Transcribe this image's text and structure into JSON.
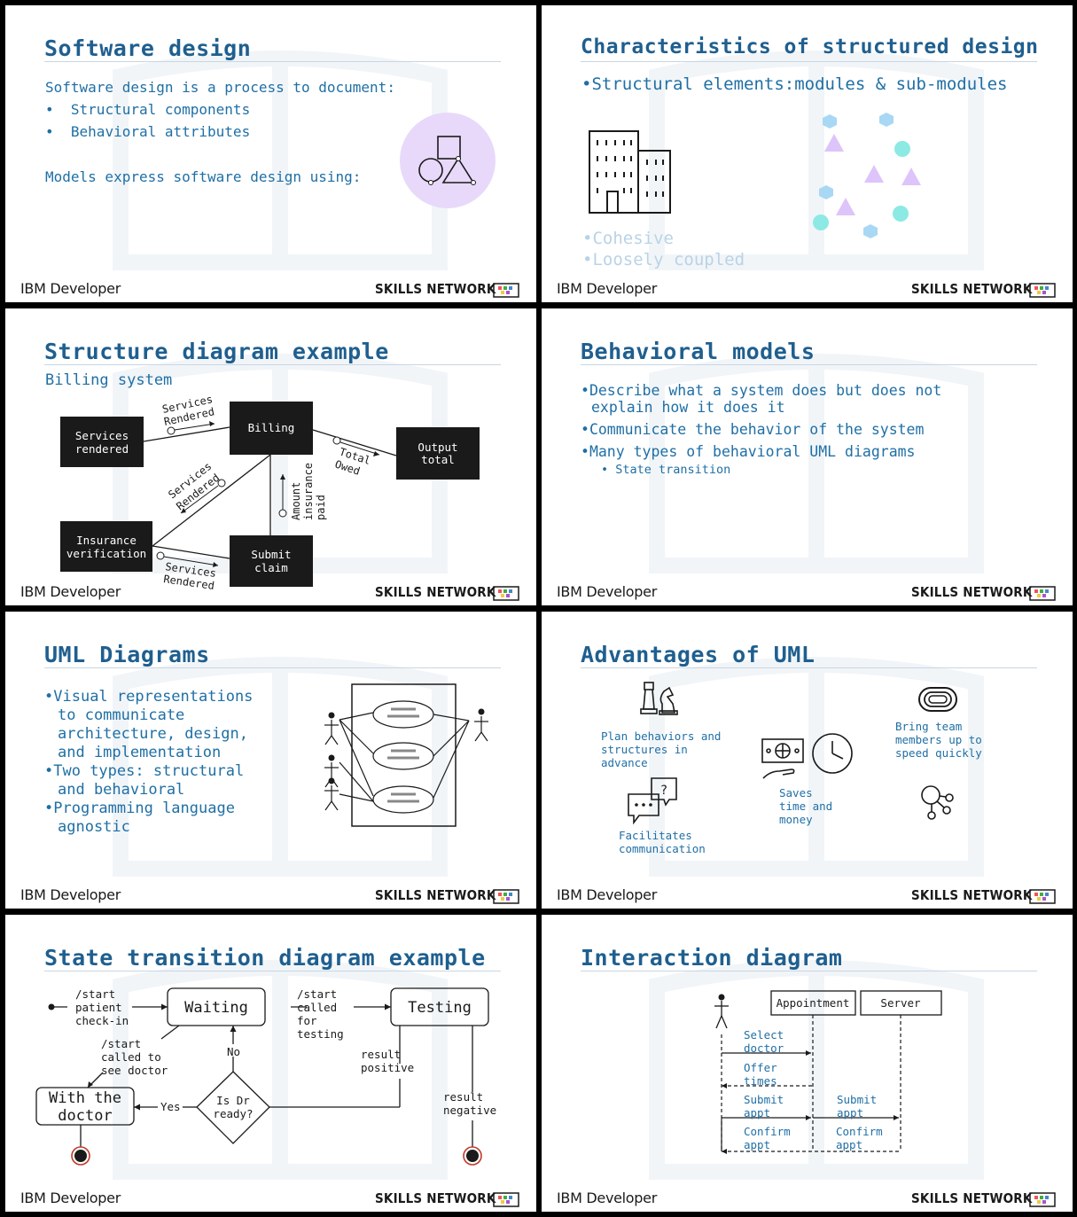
{
  "footer": {
    "left": "IBM Developer",
    "right": "SKILLS NETWORK"
  },
  "slide1": {
    "title": "Software design",
    "intro": "Software design is a process to document:",
    "bullets": [
      "Structural components",
      "Behavioral attributes"
    ],
    "models": "Models express software design using:"
  },
  "slide2": {
    "title": "Characteristics of structured design",
    "bullet": "Structural elements:modules & sub-modules",
    "faded": [
      "Cohesive",
      "Loosely coupled"
    ]
  },
  "slide3": {
    "title": "Structure diagram example",
    "subtitle": "Billing system",
    "boxes": {
      "services_rendered": [
        "Services",
        "rendered"
      ],
      "billing": "Billing",
      "output_total": [
        "Output",
        "total"
      ],
      "insurance": [
        "Insurance",
        "verification"
      ],
      "submit_claim": [
        "Submit",
        "claim"
      ]
    },
    "labels": {
      "services_rendered_top": [
        "Services",
        "Rendered"
      ],
      "total_owed": [
        "Total",
        "Owed"
      ],
      "services_rendered_mid": [
        "Services",
        "Rendered"
      ],
      "amount_paid": [
        "Amount",
        "insurance",
        "paid"
      ],
      "services_rendered_bottom": [
        "Services",
        "Rendered"
      ]
    }
  },
  "slide4": {
    "title": "Behavioral models",
    "bullets": [
      [
        "Describe what a system does but does not",
        "explain how it does it"
      ],
      [
        "Communicate the behavior of the system"
      ],
      [
        "Many types of behavioral UML diagrams"
      ]
    ],
    "sub_bullet": "State transition"
  },
  "slide5": {
    "title": "UML Diagrams",
    "bullets": [
      [
        "Visual representations",
        "to communicate",
        "architecture, design,",
        "and implementation"
      ],
      [
        "Two types: structural",
        "and behavioral"
      ],
      [
        "Programming language",
        "agnostic"
      ]
    ]
  },
  "slide6": {
    "title": "Advantages of UML",
    "plan": [
      "Plan behaviors and",
      "structures in",
      "advance"
    ],
    "team": [
      "Bring team",
      "members up to",
      "speed quickly"
    ],
    "saves": [
      "Saves",
      "time and",
      "money"
    ],
    "communication": [
      "Facilitates",
      "communication"
    ]
  },
  "slide7": {
    "title": "State transition diagram example",
    "start_patient": [
      "/start",
      "patient",
      "check-in"
    ],
    "waiting": "Waiting",
    "start_called_testing": [
      "/start",
      "called",
      "for",
      "testing"
    ],
    "testing": "Testing",
    "start_see_doctor": [
      "/start",
      "called to",
      "see doctor"
    ],
    "no": "No",
    "result_positive": [
      "result",
      "positive"
    ],
    "with_doctor": [
      "With the",
      "doctor"
    ],
    "yes": "Yes",
    "is_ready": [
      "Is Dr",
      "ready?"
    ],
    "result_negative": [
      "result",
      "negative"
    ]
  },
  "slide8": {
    "title": "Interaction diagram",
    "appointment": "Appointment",
    "server": "Server",
    "messages": {
      "select": [
        "Select",
        "doctor"
      ],
      "offer": [
        "Offer",
        "times"
      ],
      "submit_left": [
        "Submit",
        "appt"
      ],
      "submit_right": [
        "Submit",
        "appt"
      ],
      "confirm_left": [
        "Confirm",
        "appt"
      ],
      "confirm_right": [
        "Confirm",
        "appt"
      ]
    }
  },
  "colors": {
    "accent": "#1f5f8f",
    "text_blue": "#1f6fa5",
    "box": "#1a1a1a",
    "lavender": "#e8d9fb"
  }
}
